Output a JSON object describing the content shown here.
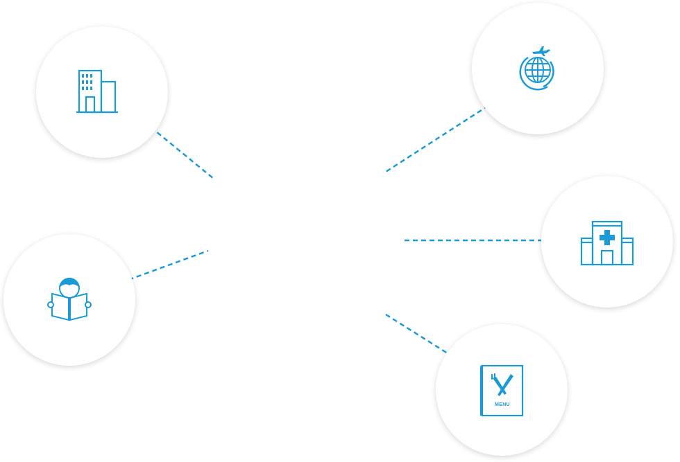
{
  "colors": {
    "accent": "#1a9bd7",
    "background": "#ffffff",
    "circle_fill": "#ffffff"
  },
  "nodes": [
    {
      "id": "office",
      "icon": "office-building-icon"
    },
    {
      "id": "travel",
      "icon": "globe-airplane-icon"
    },
    {
      "id": "reading",
      "icon": "person-reading-book-icon"
    },
    {
      "id": "hospital",
      "icon": "hospital-icon"
    },
    {
      "id": "menu",
      "icon": "restaurant-menu-icon",
      "label": "MENU"
    }
  ],
  "connector_style": "dashed"
}
